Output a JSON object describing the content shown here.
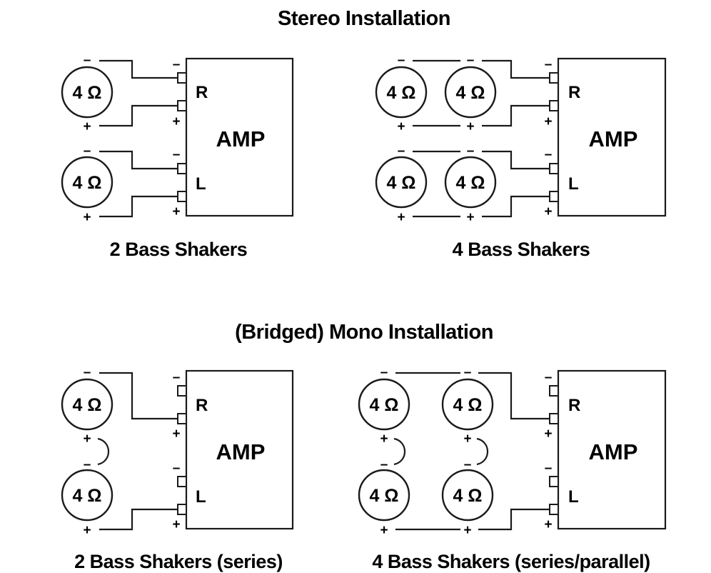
{
  "sections": {
    "stereo_title": "Stereo Installation",
    "mono_title": "(Bridged) Mono Installation"
  },
  "captions": {
    "stereo_2": "2 Bass Shakers",
    "stereo_4": "4 Bass Shakers",
    "mono_2": "2 Bass Shakers (series)",
    "mono_4": "4 Bass Shakers (series/parallel)"
  },
  "labels": {
    "amp": "AMP",
    "right": "R",
    "left": "L",
    "impedance": "4 Ω",
    "plus": "+",
    "minus": "–"
  }
}
